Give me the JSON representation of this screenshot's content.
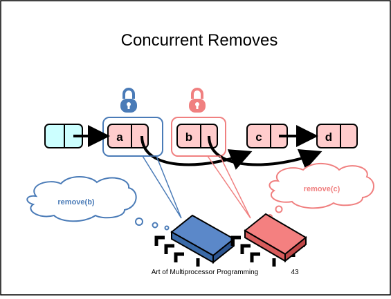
{
  "slide": {
    "title": "Concurrent Removes",
    "footer": "Art of Multiprocessor Programming",
    "page_number": "43"
  },
  "nodes": [
    {
      "id": "head",
      "label": ""
    },
    {
      "id": "a",
      "label": "a"
    },
    {
      "id": "b",
      "label": "b"
    },
    {
      "id": "c",
      "label": "c"
    },
    {
      "id": "d",
      "label": "d"
    }
  ],
  "thoughts": {
    "left": "remove(b)",
    "right": "remove(c)"
  },
  "colors": {
    "blue_accent": "#4a7bb7",
    "pink_accent": "#f08080",
    "head_fill": "#ccffff",
    "node_fill": "#ffcccc",
    "processor_blue": "#5b88c9",
    "processor_pink": "#f48080"
  },
  "icons": [
    "lock-icon",
    "processor-icon",
    "thought-bubble"
  ]
}
